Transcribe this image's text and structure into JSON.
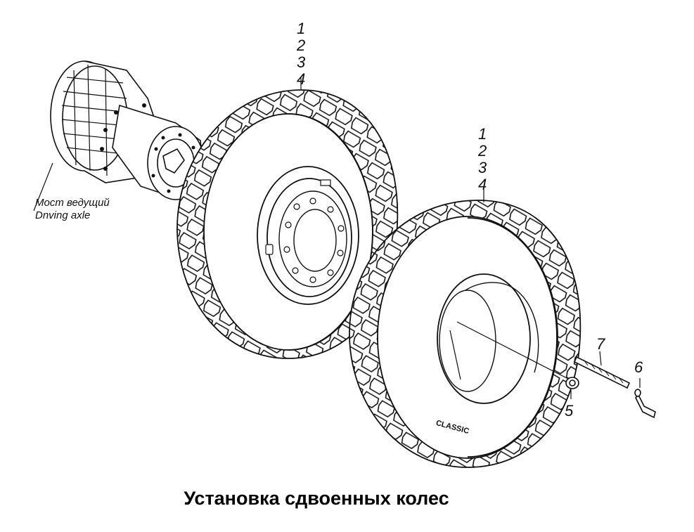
{
  "diagram": {
    "title": "Установка сдвоенных колес",
    "axle_label": {
      "line1": "Мост ведущий",
      "line2": "Dnving axle"
    },
    "callouts": {
      "wheel1": [
        "1",
        "2",
        "3",
        "4"
      ],
      "wheel2": [
        "1",
        "2",
        "3",
        "4"
      ],
      "nut": "5",
      "pin": "6",
      "stud": "7"
    }
  }
}
